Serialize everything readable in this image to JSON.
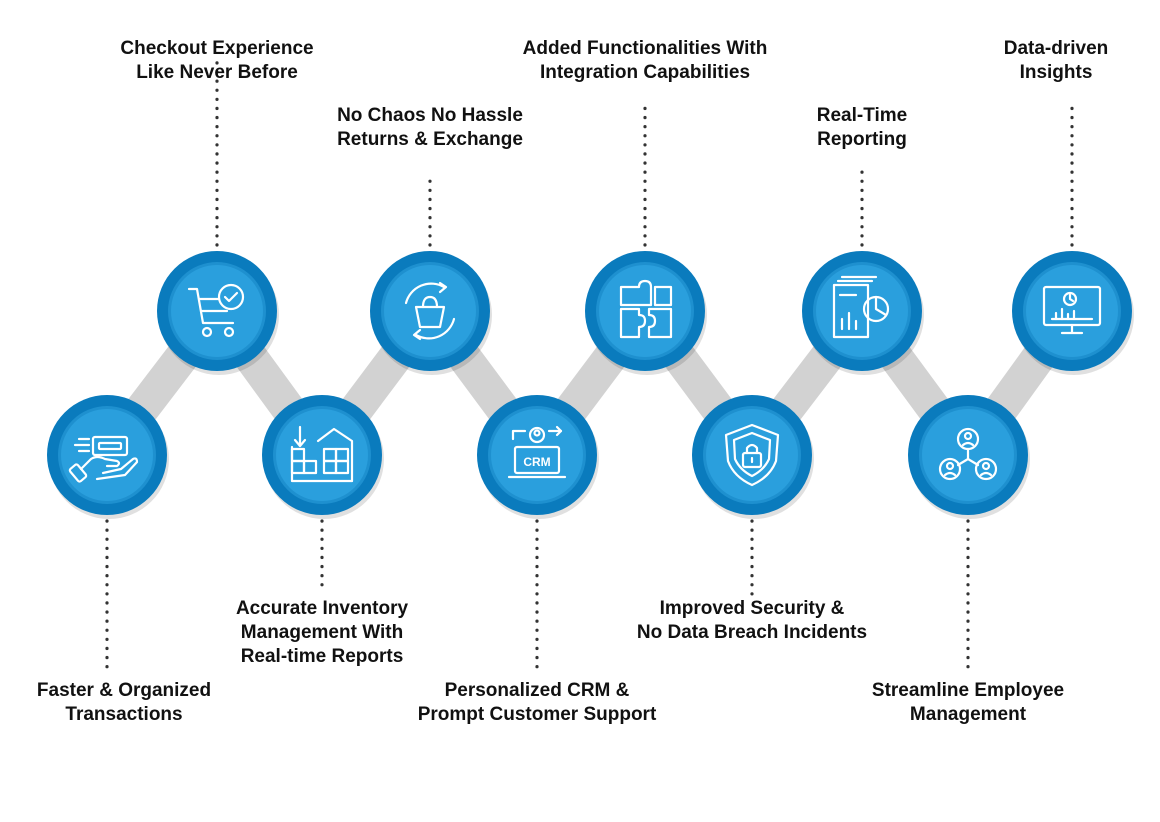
{
  "colors": {
    "node_outer": "#0a7bbd",
    "node_inner": "#2a9fdd",
    "node_ring": "#1e90cf",
    "connector": "#d2d2d2",
    "icon_stroke": "#ffffff",
    "label_text": "#111111",
    "dots": "#333333"
  },
  "features": [
    {
      "icon": "cash-in-hand-icon",
      "row": "bottom",
      "lines": [
        "Faster & Organized",
        "Transactions"
      ]
    },
    {
      "icon": "shopping-cart-check-icon",
      "row": "top",
      "lines": [
        "Checkout Experience",
        "Like Never Before"
      ]
    },
    {
      "icon": "warehouse-inventory-icon",
      "row": "bottom",
      "lines": [
        "Accurate Inventory",
        "Management With",
        "Real-time Reports"
      ]
    },
    {
      "icon": "returns-bag-cycle-icon",
      "row": "top",
      "lines": [
        "No Chaos No Hassle",
        "Returns & Exchange"
      ]
    },
    {
      "icon": "crm-laptop-icon",
      "row": "bottom",
      "lines": [
        "Personalized CRM &",
        "Prompt Customer Support"
      ]
    },
    {
      "icon": "puzzle-pieces-icon",
      "row": "top",
      "lines": [
        "Added Functionalities With",
        "Integration Capabilities"
      ]
    },
    {
      "icon": "security-shield-lock-icon",
      "row": "bottom",
      "lines": [
        "Improved Security &",
        "No Data Breach Incidents"
      ]
    },
    {
      "icon": "report-documents-chart-icon",
      "row": "top",
      "lines": [
        "Real-Time",
        "Reporting"
      ]
    },
    {
      "icon": "employee-network-icon",
      "row": "bottom",
      "lines": [
        "Streamline Employee",
        "Management"
      ]
    },
    {
      "icon": "analytics-monitor-icon",
      "row": "top",
      "lines": [
        "Data-driven",
        "Insights"
      ]
    }
  ],
  "icon_text": {
    "crm": "CRM"
  }
}
